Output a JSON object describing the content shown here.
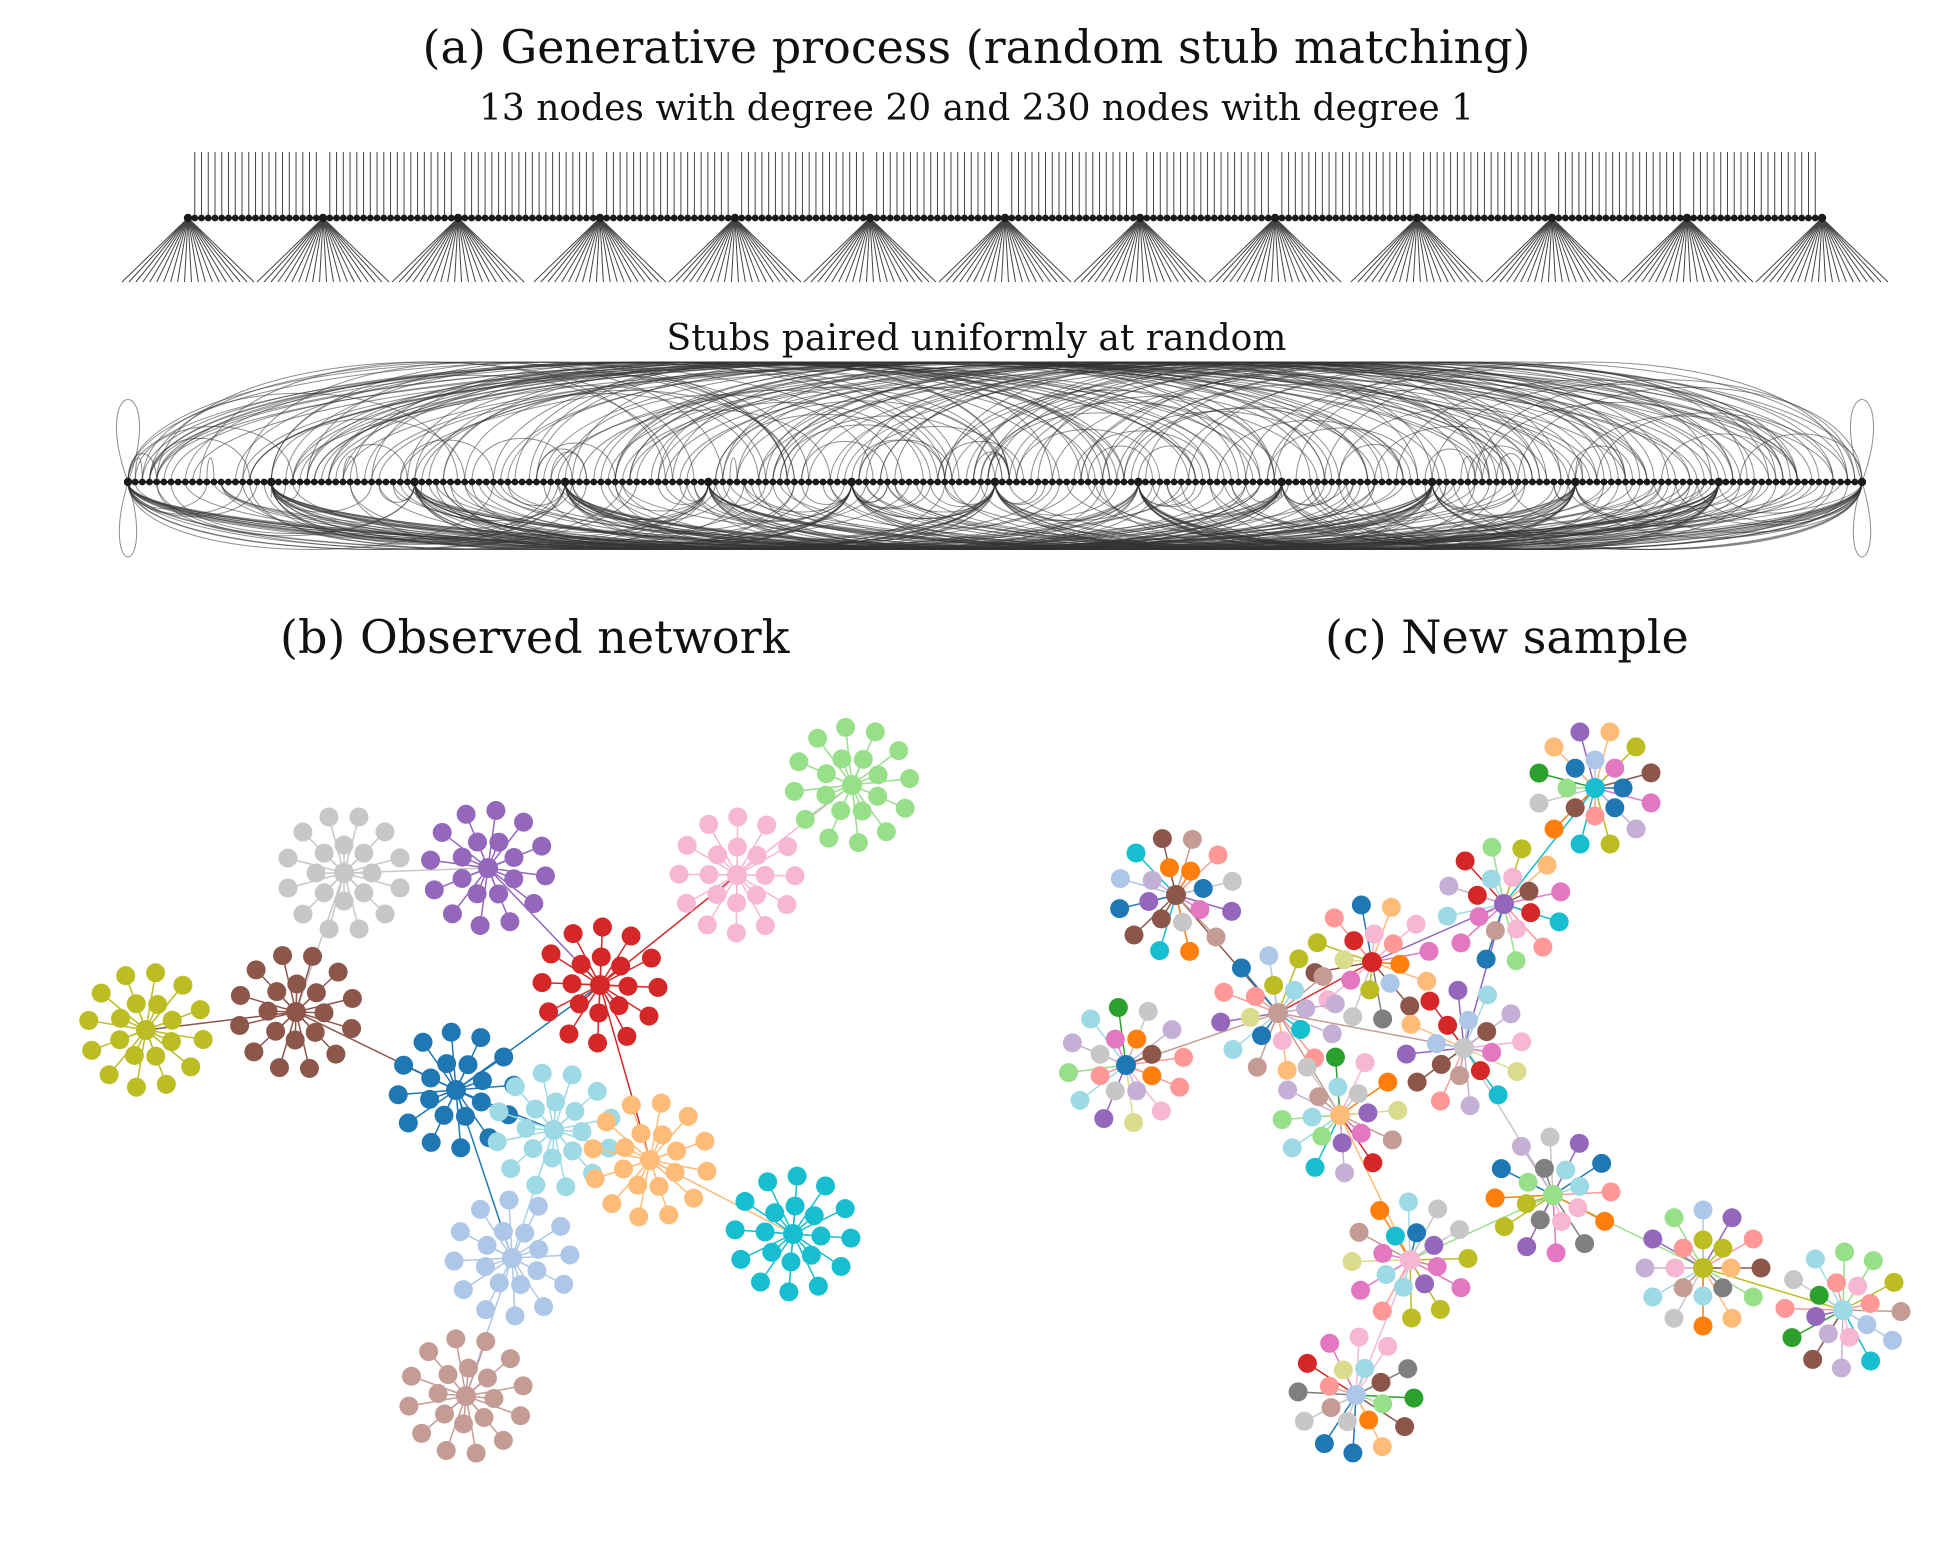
{
  "panel_a": {
    "title": "(a) Generative process (random stub matching)",
    "subtitle": "13 nodes with degree 20 and 230 nodes with degree 1",
    "stubs_label": "Stubs paired uniformly at random",
    "high_degree_nodes": 13,
    "high_degree": 20,
    "low_degree_nodes": 230,
    "low_degree": 1
  },
  "panel_b": {
    "title": "(b) Observed network"
  },
  "panel_c": {
    "title": "(c) New sample"
  },
  "colors": {
    "node": "#1a1a1a",
    "edge": "#333333",
    "palette": [
      "#1f77b4",
      "#aec7e8",
      "#ff7f0e",
      "#ffbb78",
      "#2ca02c",
      "#98df8a",
      "#d62728",
      "#ff9896",
      "#9467bd",
      "#c5b0d5",
      "#8c564b",
      "#c49c94",
      "#e377c2",
      "#f7b6d2",
      "#7f7f7f",
      "#c7c7c7",
      "#bcbd22",
      "#dbdb8d",
      "#17becf",
      "#9edae5"
    ]
  },
  "chart_data": {
    "type": "network",
    "clusters": 13,
    "leaves_per_cluster": 20,
    "observed_cluster_colors": [
      "#c7c7c7",
      "#9467bd",
      "#f7b6d2",
      "#98df8a",
      "#8c564b",
      "#bcbd22",
      "#d62728",
      "#1f77b4",
      "#9edae5",
      "#ffbb78",
      "#17becf",
      "#aec7e8",
      "#c49c94"
    ],
    "sample_center_colors": [
      "#17becf",
      "#8c564b",
      "#9467bd",
      "#d62728",
      "#c49c94",
      "#1f77b4",
      "#c7c7c7",
      "#ffbb78",
      "#98df8a",
      "#f7b6d2",
      "#bcbd22",
      "#9edae5",
      "#aec7e8"
    ]
  }
}
